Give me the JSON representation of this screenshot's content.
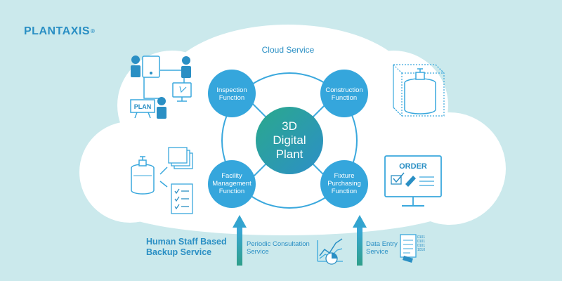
{
  "brand": {
    "name": "PLANTAXIS",
    "mark": "®"
  },
  "cloud": {
    "title": "Cloud Service"
  },
  "center": {
    "line1": "3D",
    "line2": "Digital",
    "line3": "Plant"
  },
  "functions": [
    {
      "line1": "Inspection",
      "line2": "Function",
      "line3": ""
    },
    {
      "line1": "Construction",
      "line2": "Function",
      "line3": ""
    },
    {
      "line1": "Facility",
      "line2": "Management",
      "line3": "Function"
    },
    {
      "line1": "Fixture",
      "line2": "Purchasing",
      "line3": "Function"
    }
  ],
  "icons": {
    "plan_label": "PLAN",
    "order_label": "ORDER",
    "data_code": "0101\n0101\n0101\n1010"
  },
  "backup": {
    "line1": "Human Staff Based",
    "line2": "Backup Service"
  },
  "services": [
    {
      "line1": "Periodic Consultation",
      "line2": "Service"
    },
    {
      "line1": "Data Entry",
      "line2": "Service"
    }
  ],
  "colors": {
    "background": "#cbe9ec",
    "cloud": "#ffffff",
    "accent_blue": "#2a8fc4",
    "circle_blue": "#3aa8dd",
    "center_green": "#2ca58f",
    "arrow_green": "#2f9f8a"
  }
}
